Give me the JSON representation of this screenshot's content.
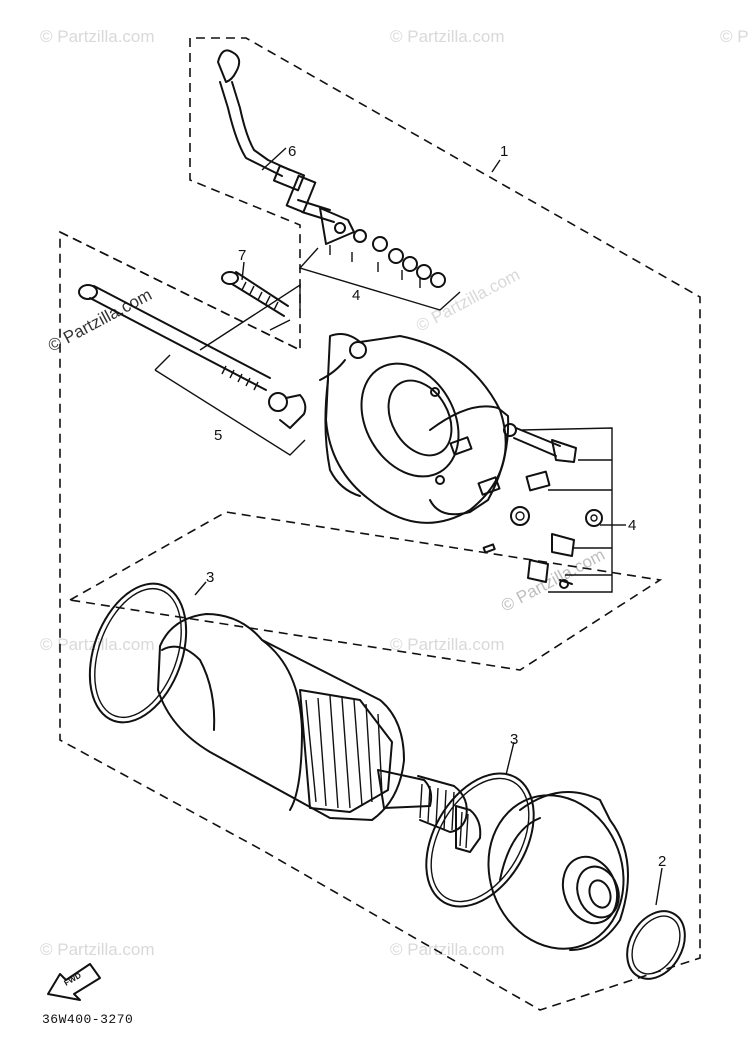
{
  "watermark": "© Partzilla.com",
  "callouts": {
    "c1": "1",
    "c2": "2",
    "c3a": "3",
    "c3b": "3",
    "c4a": "4",
    "c4b": "4",
    "c5": "5",
    "c6": "6",
    "c7": "7"
  },
  "fwd_label": "FWD",
  "diagram_code": "36W400-3270"
}
